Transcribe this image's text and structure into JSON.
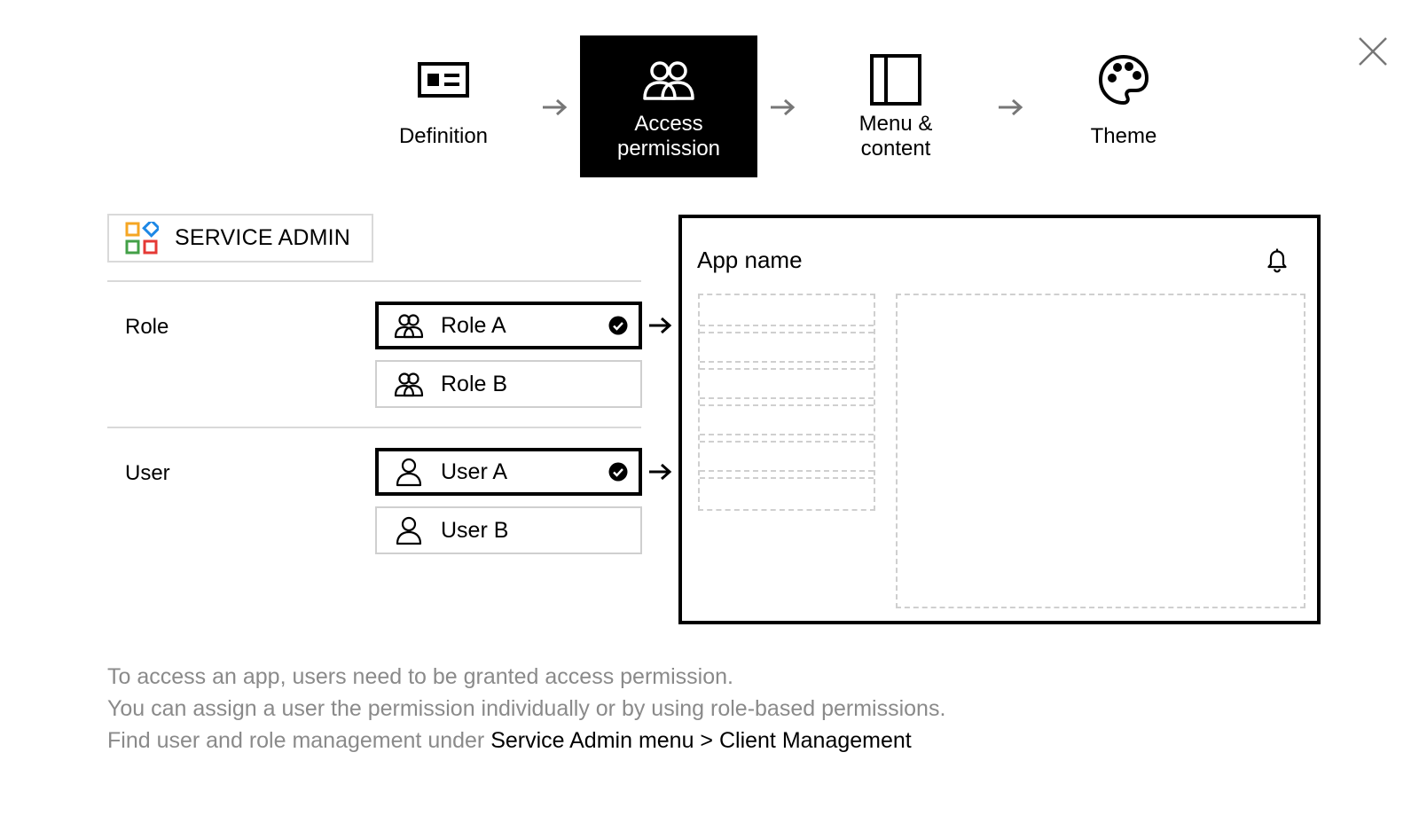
{
  "stepper": {
    "steps": [
      {
        "label": "Definition",
        "icon": "id-card-icon",
        "active": false
      },
      {
        "label": "Access\npermission",
        "icon": "users-icon",
        "active": true
      },
      {
        "label": "Menu &\ncontent",
        "icon": "sidebar-layout-icon",
        "active": false
      },
      {
        "label": "Theme",
        "icon": "palette-icon",
        "active": false
      }
    ]
  },
  "service_badge": {
    "label": "SERVICE ADMIN",
    "icon": "apps-grid-icon"
  },
  "role_section": {
    "label": "Role",
    "options": [
      {
        "label": "Role A",
        "selected": true,
        "icon": "users-icon"
      },
      {
        "label": "Role B",
        "selected": false,
        "icon": "users-icon"
      }
    ]
  },
  "user_section": {
    "label": "User",
    "options": [
      {
        "label": "User A",
        "selected": true,
        "icon": "user-icon"
      },
      {
        "label": "User B",
        "selected": false,
        "icon": "user-icon"
      }
    ]
  },
  "app_preview": {
    "app_name": "App name",
    "icon": "bell-icon"
  },
  "description": {
    "line1": "To access an app, users need to be granted access permission.",
    "line2": "You can assign a user the permission individually or by using role-based permissions.",
    "line3_prefix": "Find user and role management under ",
    "line3_path": "Service Admin menu > Client Management"
  },
  "colors": {
    "active_step_bg": "#000000",
    "muted_text": "#8a8a8a",
    "border_light": "#cfcfcf",
    "logo_orange": "#f5a623",
    "logo_blue": "#1e88e5",
    "logo_green": "#43a047",
    "logo_red": "#e53935"
  }
}
